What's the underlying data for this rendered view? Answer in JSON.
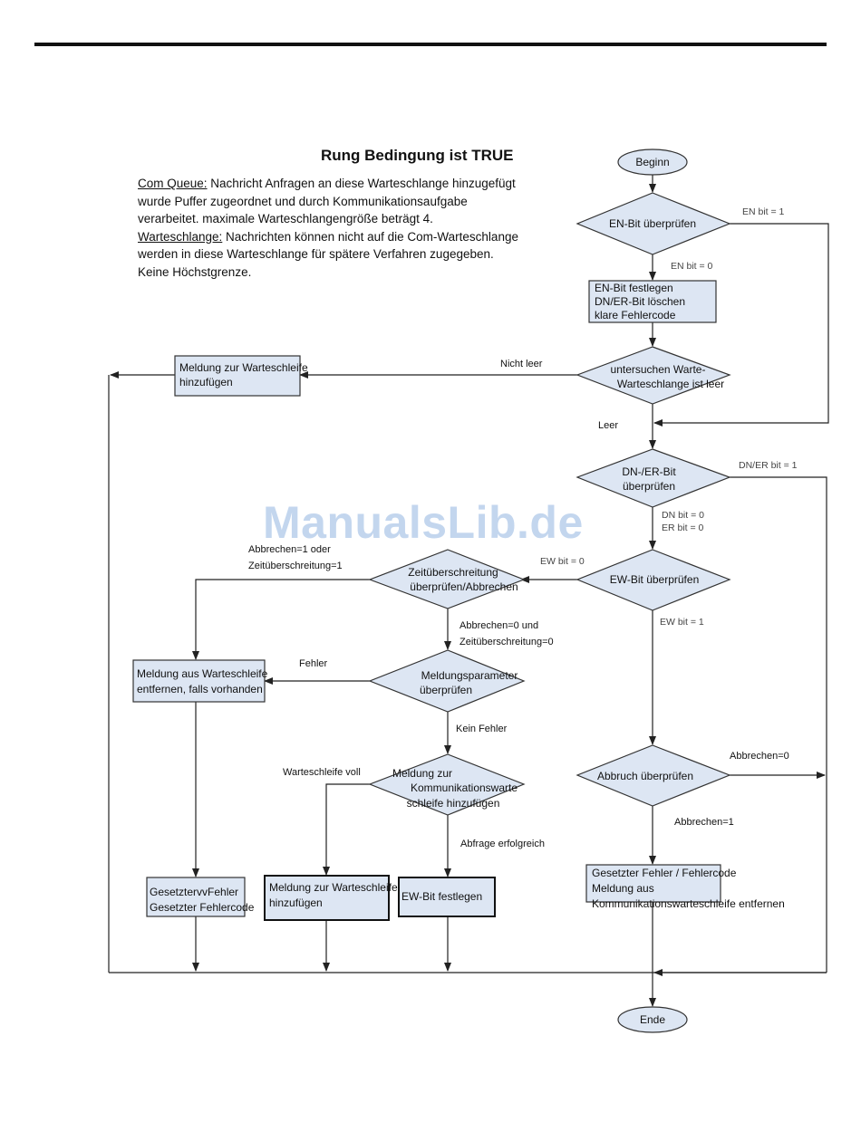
{
  "title": "Rung Bedingung ist TRUE",
  "intro": {
    "com_queue_term": "Com Queue:",
    "com_queue_text": " Nachricht Anfragen an diese Warteschlange hinzugefügt wurde Puffer zugeordnet und durch Kommunikationsaufgabe verarbeitet. maximale Warteschlangengröße beträgt 4.",
    "queue_term": "Warteschlange:",
    "queue_text": " Nachrichten können nicht auf die Com-Warteschlange werden in diese Warteschlange für spätere Verfahren zugegeben. Keine Höchstgrenze."
  },
  "watermark": "ManualsLib.de",
  "nodes": {
    "start": "Beginn",
    "check_en": "EN-Bit überprüfen",
    "set_en": [
      "EN-Bit festlegen",
      "DN/ER-Bit löschen",
      "klare Fehlercode"
    ],
    "check_queue": [
      "untersuchen Warte-",
      "Warteschlange ist leer"
    ],
    "add_to_queue_top": [
      "Meldung zur Warteschleife",
      "hinzufügen"
    ],
    "check_dn_er": [
      "DN-/ER-Bit",
      "überprüfen"
    ],
    "check_ew": "EW-Bit überprüfen",
    "check_timeout": [
      "Zeitüberschreitung",
      "überprüfen/Abbrechen"
    ],
    "remove_msg": [
      "Meldung aus Warteschleife",
      "entfernen, falls vorhanden"
    ],
    "check_params": [
      "Meldungsparameter",
      "überprüfen"
    ],
    "add_com_queue": [
      "Meldung zur",
      "Kommunikationswarte",
      "schleife hinzufügen"
    ],
    "check_abort": "Abbruch überprüfen",
    "set_error": [
      "GesetztervvFehler",
      "Gesetzter Fehlercode"
    ],
    "add_to_queue_bottom": [
      "Meldung zur Warteschleife",
      "hinzufügen"
    ],
    "set_ew": "EW-Bit festlegen",
    "set_error_remove": [
      "Gesetzter Fehler / Fehlercode",
      "Meldung aus",
      "Kommunikationswarteschleife entfernen"
    ],
    "end": "Ende"
  },
  "edge_labels": {
    "en_1": "EN bit = 1",
    "en_0": "EN bit = 0",
    "not_empty": "Nicht leer",
    "empty": "Leer",
    "dn_er_1": "DN/ER bit = 1",
    "dn_0": "DN bit = 0",
    "er_0": "ER bit = 0",
    "ew_0": "EW bit = 0",
    "ew_1": "EW bit = 1",
    "abort_timeout_1": [
      "Abbrechen=1 oder",
      "Zeitüberschreitung=1"
    ],
    "abort_timeout_0": [
      "Abbrechen=0 und",
      "Zeitüberschreitung=0"
    ],
    "error": "Fehler",
    "no_error": "Kein Fehler",
    "queue_full": "Warteschleife voll",
    "request_ok": "Abfrage erfolgreich",
    "abort_0": "Abbrechen=0",
    "abort_1": "Abbrechen=1"
  },
  "colors": {
    "node_fill": "#dde6f3",
    "watermark": "#b9cfec"
  }
}
